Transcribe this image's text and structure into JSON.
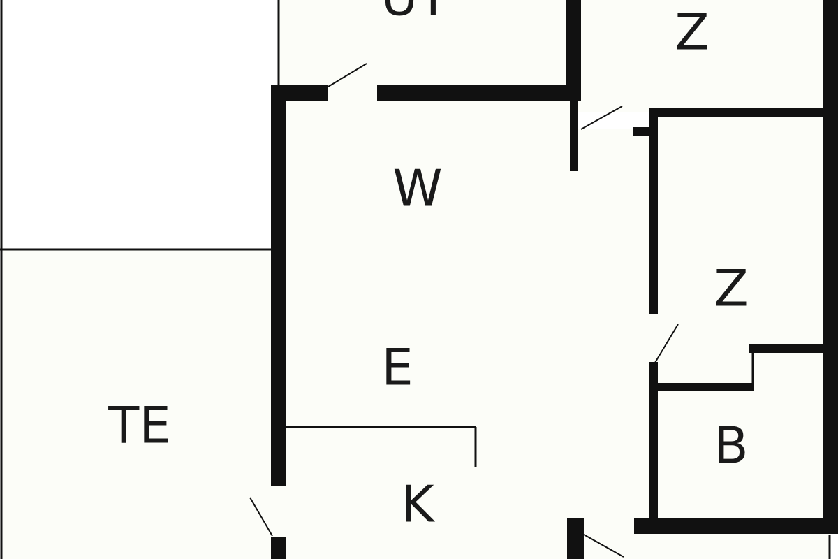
{
  "colors": {
    "background": "#ffffff",
    "room_fill": "#fcfdf8",
    "wall": "#111111"
  },
  "rooms": {
    "ut": {
      "label": "UT"
    },
    "z_top": {
      "label": "Z"
    },
    "w": {
      "label": "W"
    },
    "z_right": {
      "label": "Z"
    },
    "e": {
      "label": "E"
    },
    "te": {
      "label": "TE"
    },
    "b": {
      "label": "B"
    },
    "k": {
      "label": "K"
    }
  }
}
